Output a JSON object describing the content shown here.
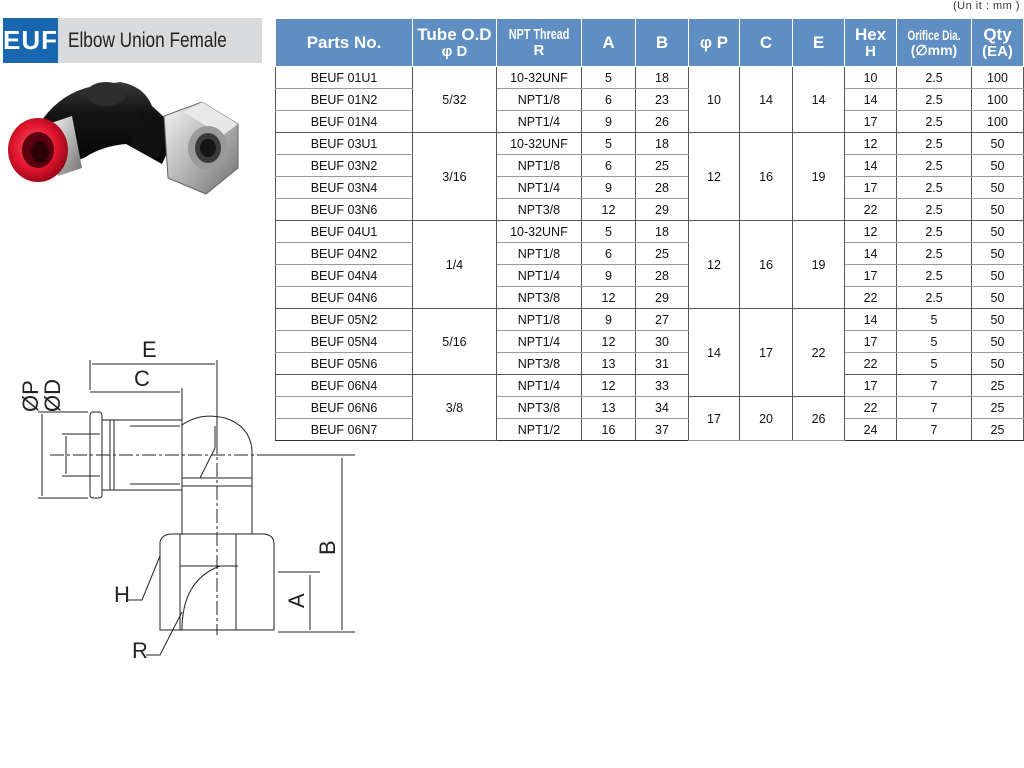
{
  "unit_note": "(Un it : mm )",
  "header": {
    "code": "EUF",
    "title": "Elbow Union Female"
  },
  "table": {
    "columns": {
      "parts_no": "Parts No.",
      "tube_od_1": "Tube O.D",
      "tube_od_2": "φ D",
      "npt_1": "NPT Thread",
      "npt_2": "R",
      "a": "A",
      "b": "B",
      "p": "φ P",
      "c": "C",
      "e": "E",
      "hex_1": "Hex",
      "hex_2": "H",
      "orifice_1": "Orifice Dia.",
      "orifice_2": "(∅mm)",
      "qty_1": "Qty",
      "qty_2": "(EA)"
    },
    "tube_groups": [
      "5/32",
      "3/16",
      "1/4",
      "5/16",
      "3/8"
    ],
    "pce_groups": [
      {
        "p": "10",
        "c": "14",
        "e": "14"
      },
      {
        "p": "12",
        "c": "16",
        "e": "19"
      },
      {
        "p": "12",
        "c": "16",
        "e": "19"
      },
      {
        "p": "14",
        "c": "17",
        "e": "22"
      },
      {
        "p": "17",
        "c": "20",
        "e": "26"
      }
    ],
    "rows": [
      {
        "part": "BEUF 01U1",
        "npt": "10-32UNF",
        "a": "5",
        "b": "18",
        "h": "10",
        "orifice": "2.5",
        "qty": "100"
      },
      {
        "part": "BEUF 01N2",
        "npt": "NPT1/8",
        "a": "6",
        "b": "23",
        "h": "14",
        "orifice": "2.5",
        "qty": "100"
      },
      {
        "part": "BEUF 01N4",
        "npt": "NPT1/4",
        "a": "9",
        "b": "26",
        "h": "17",
        "orifice": "2.5",
        "qty": "100"
      },
      {
        "part": "BEUF 03U1",
        "npt": "10-32UNF",
        "a": "5",
        "b": "18",
        "h": "12",
        "orifice": "2.5",
        "qty": "50"
      },
      {
        "part": "BEUF 03N2",
        "npt": "NPT1/8",
        "a": "6",
        "b": "25",
        "h": "14",
        "orifice": "2.5",
        "qty": "50"
      },
      {
        "part": "BEUF 03N4",
        "npt": "NPT1/4",
        "a": "9",
        "b": "28",
        "h": "17",
        "orifice": "2.5",
        "qty": "50"
      },
      {
        "part": "BEUF 03N6",
        "npt": "NPT3/8",
        "a": "12",
        "b": "29",
        "h": "22",
        "orifice": "2.5",
        "qty": "50"
      },
      {
        "part": "BEUF 04U1",
        "npt": "10-32UNF",
        "a": "5",
        "b": "18",
        "h": "12",
        "orifice": "2.5",
        "qty": "50"
      },
      {
        "part": "BEUF 04N2",
        "npt": "NPT1/8",
        "a": "6",
        "b": "25",
        "h": "14",
        "orifice": "2.5",
        "qty": "50"
      },
      {
        "part": "BEUF 04N4",
        "npt": "NPT1/4",
        "a": "9",
        "b": "28",
        "h": "17",
        "orifice": "2.5",
        "qty": "50"
      },
      {
        "part": "BEUF 04N6",
        "npt": "NPT3/8",
        "a": "12",
        "b": "29",
        "h": "22",
        "orifice": "2.5",
        "qty": "50"
      },
      {
        "part": "BEUF 05N2",
        "npt": "NPT1/8",
        "a": "9",
        "b": "27",
        "h": "14",
        "orifice": "5",
        "qty": "50"
      },
      {
        "part": "BEUF 05N4",
        "npt": "NPT1/4",
        "a": "12",
        "b": "30",
        "h": "17",
        "orifice": "5",
        "qty": "50"
      },
      {
        "part": "BEUF 05N6",
        "npt": "NPT3/8",
        "a": "13",
        "b": "31",
        "h": "22",
        "orifice": "5",
        "qty": "50"
      },
      {
        "part": "BEUF 06N4",
        "npt": "NPT1/4",
        "a": "12",
        "b": "33",
        "h": "17",
        "orifice": "7",
        "qty": "25"
      },
      {
        "part": "BEUF 06N6",
        "npt": "NPT3/8",
        "a": "13",
        "b": "34",
        "h": "22",
        "orifice": "7",
        "qty": "25"
      },
      {
        "part": "BEUF 06N7",
        "npt": "NPT1/2",
        "a": "16",
        "b": "37",
        "h": "24",
        "orifice": "7",
        "qty": "25"
      }
    ]
  },
  "drawing_labels": {
    "e": "E",
    "c": "C",
    "phi_p": "ØP",
    "phi_d": "ØD",
    "b": "B",
    "a": "A",
    "h": "H",
    "r": "R"
  },
  "colors": {
    "badge_blue": "#1666b0",
    "badge_grey": "#d9dadb",
    "table_header": "#5f8ec2",
    "ring_red": "#d8102a"
  }
}
